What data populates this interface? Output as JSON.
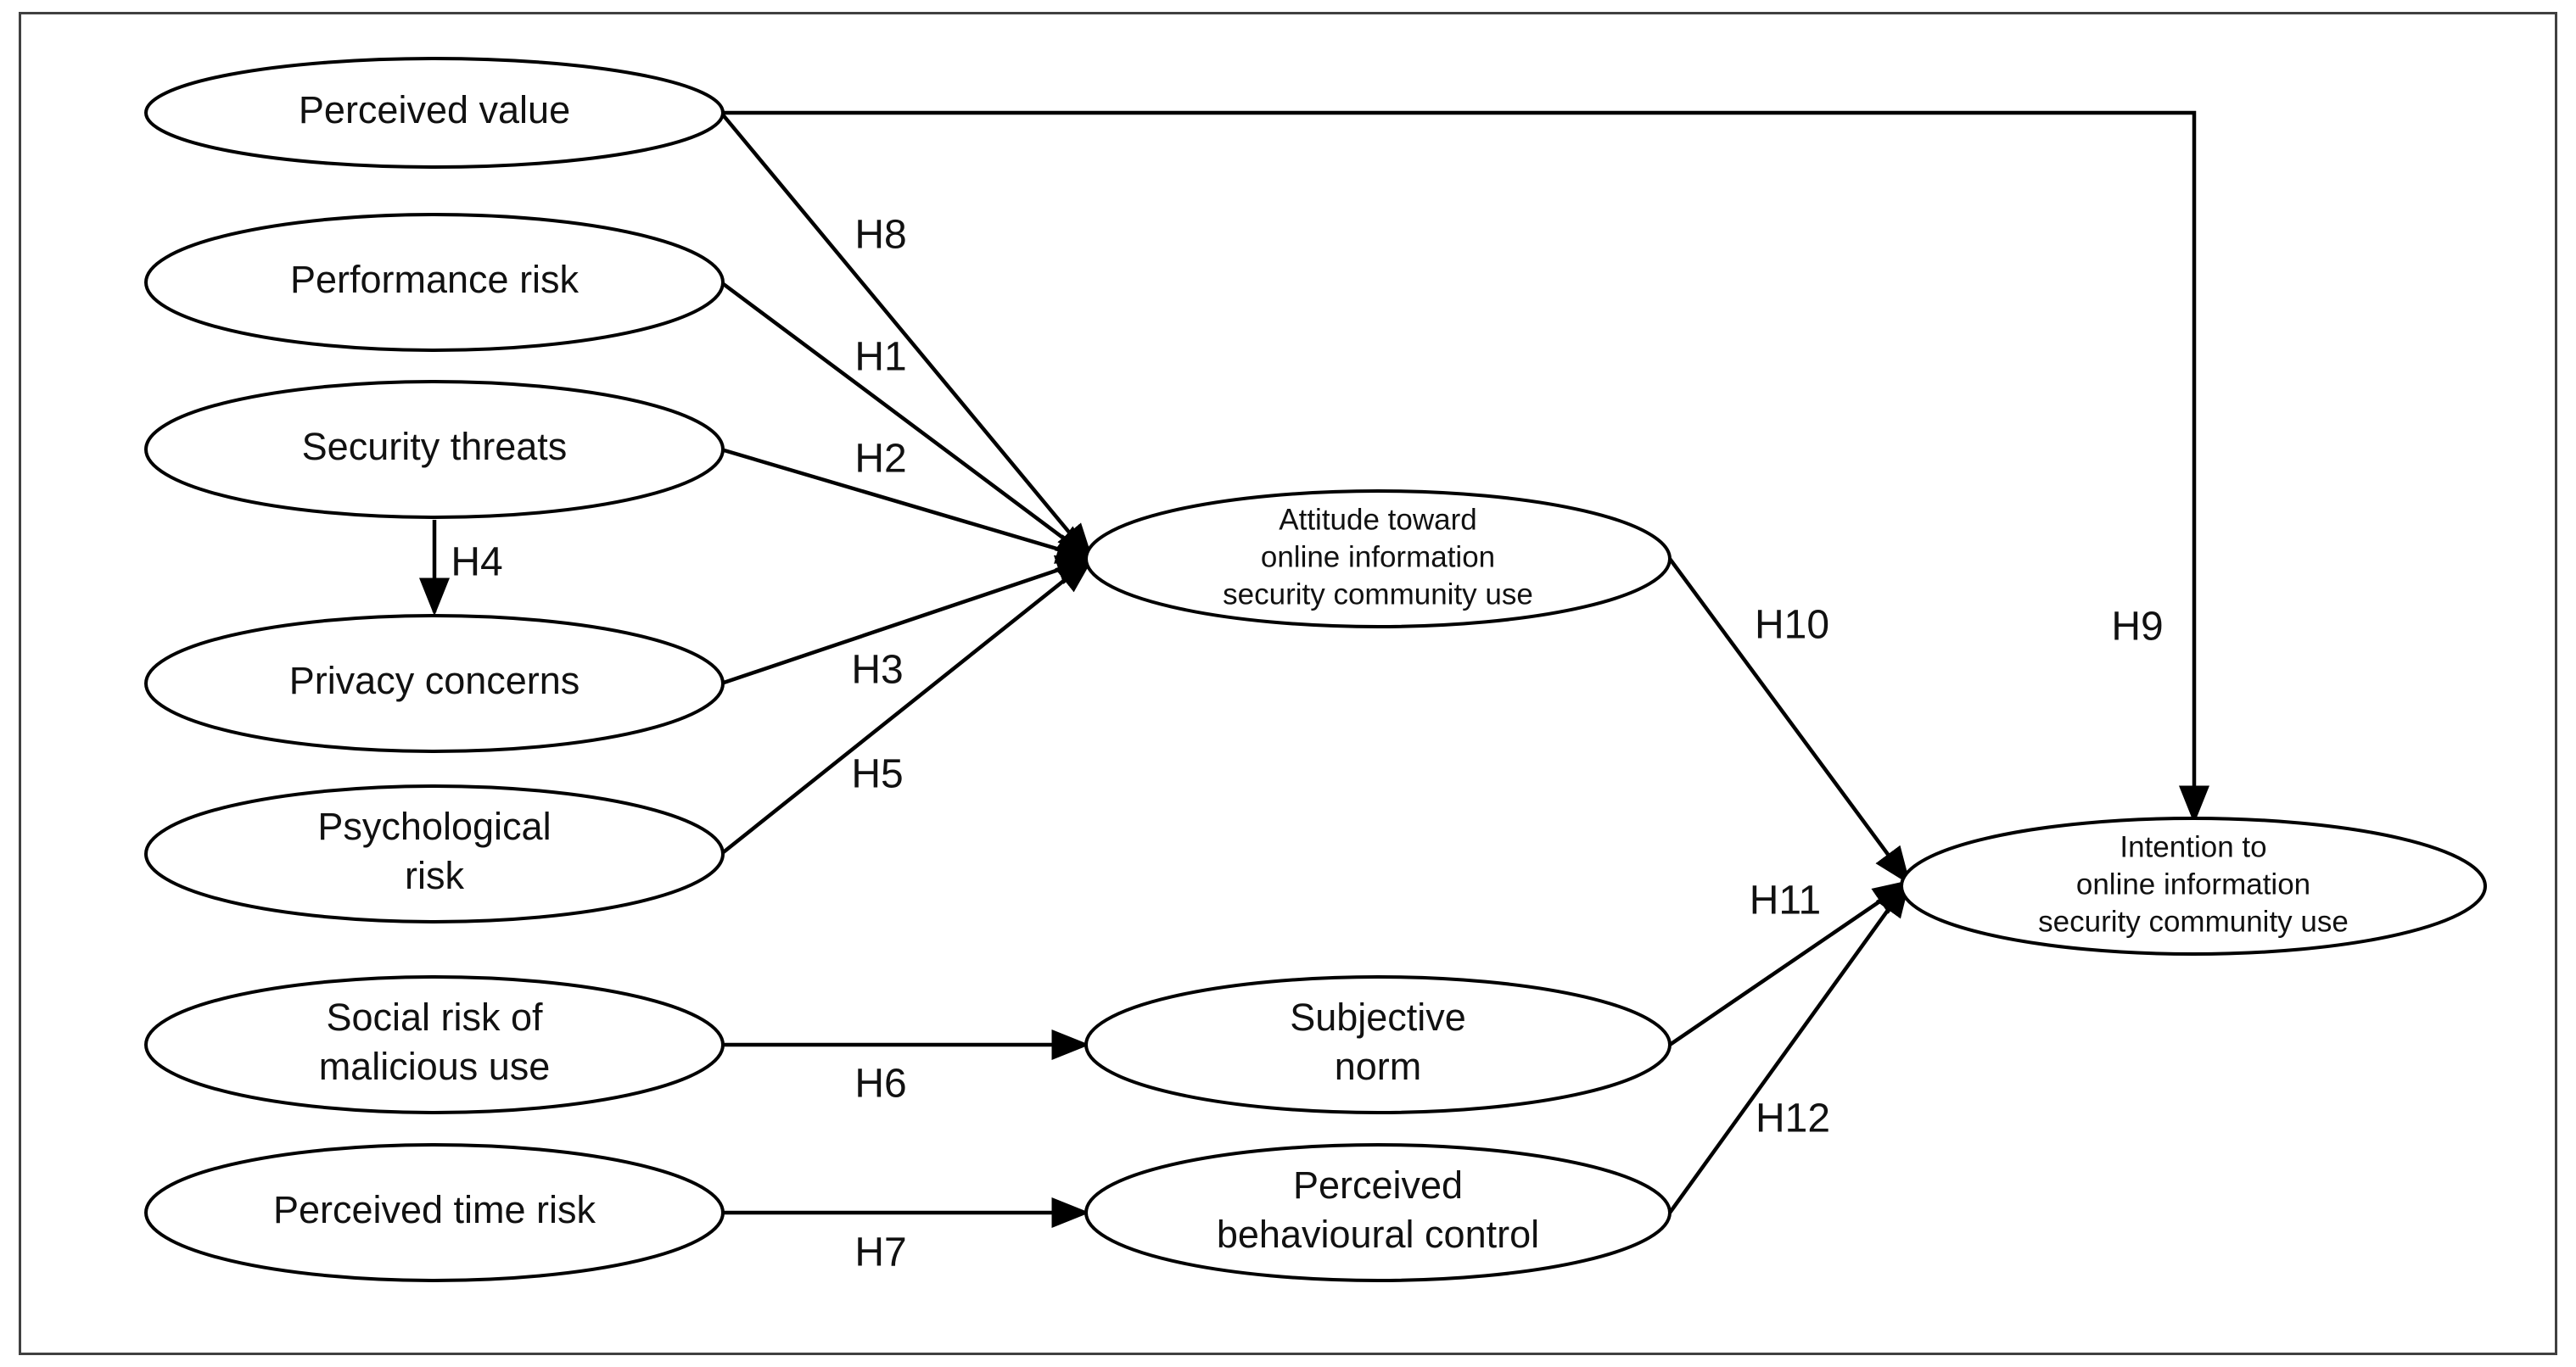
{
  "nodes": [
    {
      "id": "perceived-value",
      "lines": [
        "Perceived value"
      ],
      "size": "big"
    },
    {
      "id": "performance-risk",
      "lines": [
        "Performance risk"
      ],
      "size": "big"
    },
    {
      "id": "security-threats",
      "lines": [
        "Security threats"
      ],
      "size": "big"
    },
    {
      "id": "privacy-concerns",
      "lines": [
        "Privacy concerns"
      ],
      "size": "big"
    },
    {
      "id": "psychological-risk",
      "lines": [
        "Psychological",
        "risk"
      ],
      "size": "big"
    },
    {
      "id": "social-risk",
      "lines": [
        "Social risk of",
        "malicious use"
      ],
      "size": "big"
    },
    {
      "id": "perceived-time-risk",
      "lines": [
        "Perceived time risk"
      ],
      "size": "big"
    },
    {
      "id": "attitude",
      "lines": [
        "Attitude toward",
        "online information",
        "security community use"
      ],
      "size": "small"
    },
    {
      "id": "subjective-norm",
      "lines": [
        "Subjective",
        "norm"
      ],
      "size": "big"
    },
    {
      "id": "perceived-behavioural-control",
      "lines": [
        "Perceived",
        "behavioural control"
      ],
      "size": "big"
    },
    {
      "id": "intention",
      "lines": [
        "Intention to",
        "online information",
        "security community use"
      ],
      "size": "small"
    }
  ],
  "edges": [
    {
      "from": "perceived-value",
      "to": "attitude",
      "label": "H8"
    },
    {
      "from": "performance-risk",
      "to": "attitude",
      "label": "H1"
    },
    {
      "from": "security-threats",
      "to": "attitude",
      "label": "H2"
    },
    {
      "from": "privacy-concerns",
      "to": "attitude",
      "label": "H3"
    },
    {
      "from": "security-threats",
      "to": "privacy-concerns",
      "label": "H4"
    },
    {
      "from": "psychological-risk",
      "to": "attitude",
      "label": "H5"
    },
    {
      "from": "social-risk",
      "to": "subjective-norm",
      "label": "H6"
    },
    {
      "from": "perceived-time-risk",
      "to": "perceived-behavioural-control",
      "label": "H7"
    },
    {
      "from": "perceived-value",
      "to": "intention",
      "label": "H9"
    },
    {
      "from": "attitude",
      "to": "intention",
      "label": "H10"
    },
    {
      "from": "subjective-norm",
      "to": "intention",
      "label": "H11"
    },
    {
      "from": "perceived-behavioural-control",
      "to": "intention",
      "label": "H12"
    }
  ]
}
